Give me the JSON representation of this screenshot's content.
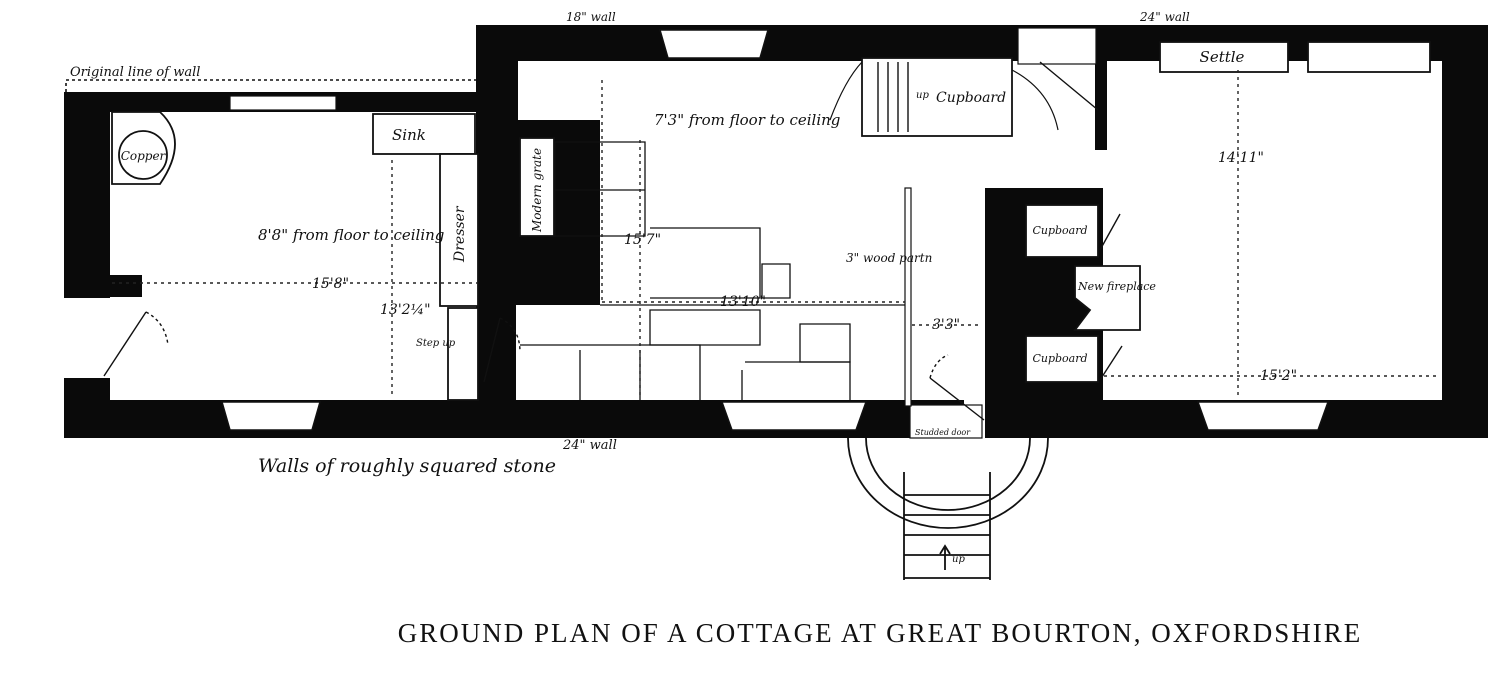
{
  "title": "GROUND PLAN OF A COTTAGE AT GREAT BOURTON, OXFORDSHIRE",
  "notes": {
    "original_wall": "Original line of wall",
    "wall_18": "18\" wall",
    "wall_24_top": "24\" wall",
    "wall_24_bottom": "24\" wall",
    "stone": "Walls of roughly squared stone",
    "step_up": "Step up",
    "up": "up"
  },
  "rooms": {
    "scullery": {
      "height": "8'8\" from floor to ceiling",
      "width": "15'8\"",
      "depth": "13'2¼\""
    },
    "kitchen": {
      "height": "7'3\" from floor to ceiling",
      "depth": "15'7\"",
      "width": "13'10\""
    },
    "parlour": {
      "depth": "14'11\"",
      "width": "15'2\""
    }
  },
  "fixtures": {
    "copper": "Copper",
    "sink": "Sink",
    "dresser": "Dresser",
    "modern_grate": "Modern grate",
    "cupboard_stair": "Cupboard",
    "up_arrow": "up",
    "wood_partition": "3\" wood partn",
    "passage": "3'3\"",
    "cupboard_upper": "Cupboard",
    "cupboard_lower": "Cupboard",
    "new_fireplace": "New fireplace",
    "settle": "Settle",
    "studded_door": "Studded door"
  }
}
